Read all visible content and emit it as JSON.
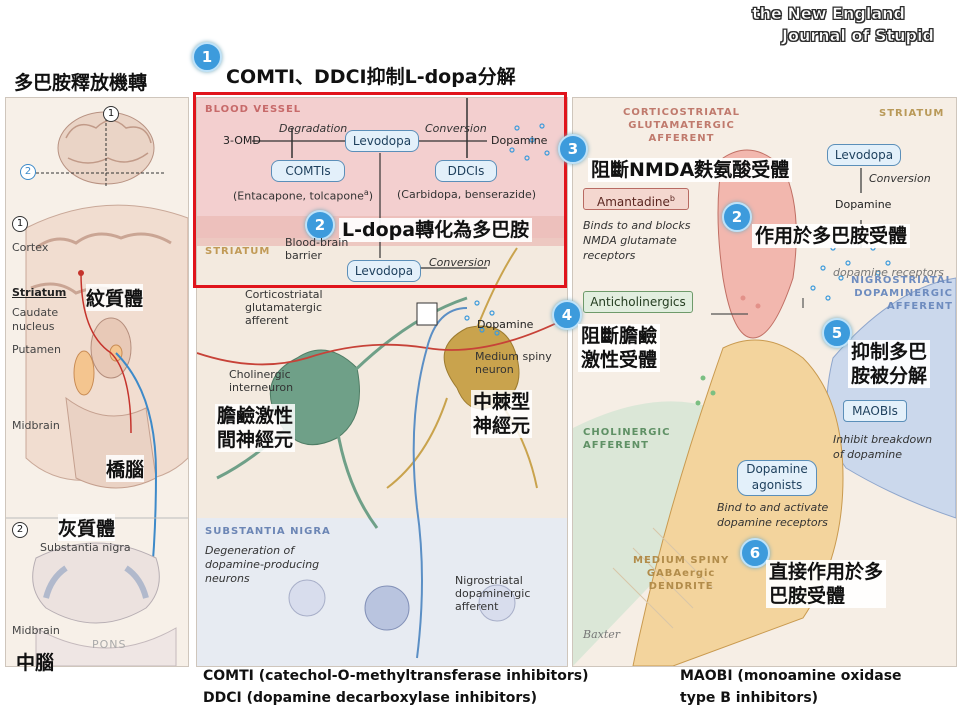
{
  "logo": {
    "line1": "the New England",
    "line2": "Journal of Stupid"
  },
  "left_panel": {
    "title": "多巴胺釋放機轉",
    "num1": "1",
    "num2": "2",
    "num1b": "1",
    "num2b": "2",
    "cortex": "Cortex",
    "striatum": "Striatum",
    "striatum_zh": "紋質體",
    "caudate": "Caudate\nnucleus",
    "putamen": "Putamen",
    "midbrain": "Midbrain",
    "pons_zh": "橋腦",
    "substantia_zh": "灰質體",
    "substantia": "Substantia nigra",
    "midbrain2": "Midbrain",
    "pons": "PONS",
    "midbrain_zh": "中腦"
  },
  "middle_panel": {
    "badge1": "1",
    "header": "COMTI、DDCI抑制L-dopa分解",
    "blood_vessel": "BLOOD VESSEL",
    "omd": "3-OMD",
    "degradation": "Degradation",
    "levodopa": "Levodopa",
    "conversion": "Conversion",
    "dopamine": "Dopamine",
    "comtis": "COMTIs",
    "ddcis": "DDCIs",
    "comt_examples": "(Entacapone, tolcapone",
    "comt_sup": "a",
    "comt_close": ")",
    "ddc_examples": "(Carbidopa, benserazide)",
    "badge2": "2",
    "ldopa_zh": "L-dopa轉化為多巴胺",
    "striatum": "STRIATUM",
    "bbb": "Blood-brain\nbarrier",
    "levodopa2": "Levodopa",
    "conversion2": "Conversion",
    "dopamine2": "Dopamine",
    "cortico": "Corticostriatal\nglutamatergic\nafferent",
    "cholinergic": "Cholinergic\ninterneuron",
    "cholinergic_zh": "膽鹼激性\n間神經元",
    "msn": "Medium spiny\nneuron",
    "msn_zh": "中棘型\n神經元",
    "substantia_nigra": "SUBSTANTIA NIGRA",
    "degeneration": "Degeneration of\ndopamine-producing\nneurons",
    "nigro": "Nigrostriatal\ndopaminergic\nafferent"
  },
  "right_panel": {
    "cortico_caps": "CORTICOSTRIATAL\nGLUTAMATERGIC\nAFFERENT",
    "striatum_caps": "STRIATUM",
    "badge3": "3",
    "nmda_zh": "阻斷NMDA麩氨酸受體",
    "levodopa": "Levodopa",
    "conversion": "Conversion",
    "dopamine": "Dopamine",
    "amantadine": "Amantadine",
    "amantadine_sup": "b",
    "amantadine_desc": "Binds to and blocks\nNMDA glutamate\nreceptors",
    "badge2": "2",
    "act_zh": "作用於多巴胺受體",
    "dopamine_receptors": "dopamine receptors",
    "nigro_caps": "NIGROSTRIATAL\nDOPAMINERGIC\nAFFERENT",
    "badge4": "4",
    "anticholinergics": "Anticholinergics",
    "anti_zh": "阻斷膽鹼\n激性受體",
    "badge5": "5",
    "inhibit_zh": "抑制多巴\n胺被分解",
    "cholinergic_caps": "CHOLINERGIC\nAFFERENT",
    "maobis": "MAOBIs",
    "maobi_desc": "Inhibit breakdown\nof dopamine",
    "agonists": "Dopamine\nagonists",
    "agonist_desc": "Bind to and activate\ndopamine receptors",
    "badge6": "6",
    "direct_zh": "直接作用於多\n巴胺受體",
    "msn_caps": "MEDIUM SPINY\nGABAergic\nDENDRITE",
    "signature": "Baxter"
  },
  "footnotes": {
    "comti": "COMTI (catechol-O-methyltransferase inhibitors)",
    "ddci": "DDCI (dopamine decarboxylase inhibitors)",
    "maobi1": "MAOBI (monoamine oxidase",
    "maobi2": "type B inhibitors)"
  },
  "colors": {
    "badge": "#3d9bdc",
    "highlight_border": "#e0141c",
    "blood_vessel": "#f2c9c9",
    "striatum_bg": "#f3eadf",
    "nigra_bg": "#e6ebf3"
  }
}
